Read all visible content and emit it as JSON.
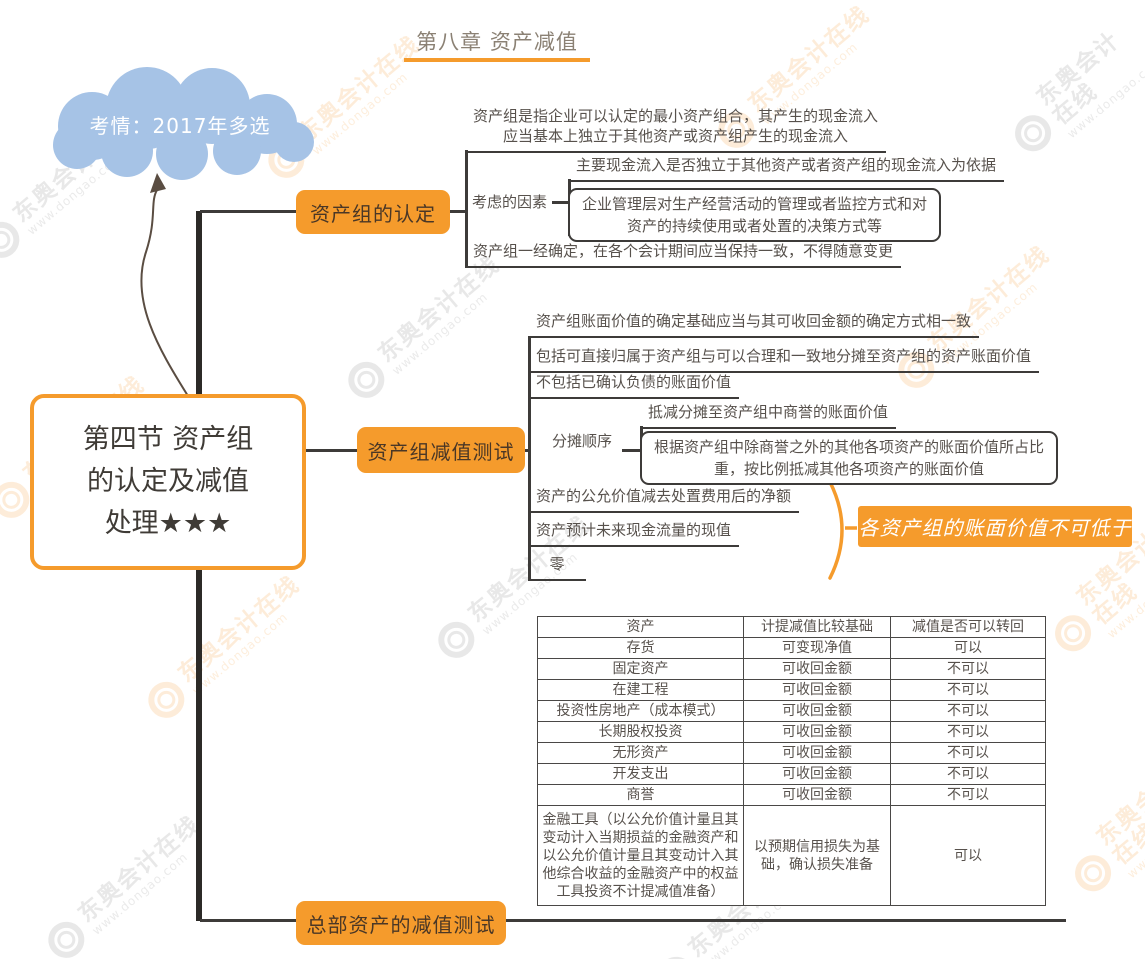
{
  "title": {
    "text": "第八章 资产减值"
  },
  "cloud": {
    "text": "考情：2017年多选"
  },
  "root": {
    "text": "第四节 资产组\n的认定及减值\n处理★★★"
  },
  "branch1": {
    "label": "资产组的认定",
    "definition": "资产组是指企业可以认定的最小资产组合，其产生的现金流入\n应当基本上独立于其他资产或资产组产生的现金流入",
    "factors_label": "考虑的因素",
    "factor1": "主要现金流入是否独立于其他资产或者资产组的现金流入为依据",
    "factor2": "企业管理层对生产经营活动的管理或者监控方式和对\n资产的持续使用或者处置的决策方式等",
    "consistency": "资产组一经确定，在各个会计期间应当保持一致，不得随意变更"
  },
  "branch2": {
    "label": "资产组减值测试",
    "item1": "资产组账面价值的确定基础应当与其可收回金额的确定方式相一致",
    "item2": "包括可直接归属于资产组与可以合理和一致地分摊至资产组的资产账面价值",
    "item3": "不包括已确认负债的账面价值",
    "order_label": "分摊顺序",
    "order1": "抵减分摊至资产组中商誉的账面价值",
    "order2": "根据资产组中除商誉之外的其他各项资产的账面价值所占比\n重，按比例抵减其他各项资产的账面价值",
    "floor1": "资产的公允价值减去处置费用后的净额",
    "floor2": "资产预计未来现金流量的现值",
    "floor3": "零",
    "callout": "各资产组的账面价值不可低于"
  },
  "branch3": {
    "label": "总部资产的减值测试"
  },
  "table": {
    "headers": [
      "资产",
      "计提减值比较基础",
      "减值是否可以转回"
    ],
    "rows": [
      [
        "存货",
        "可变现净值",
        "可以"
      ],
      [
        "固定资产",
        "可收回金额",
        "不可以"
      ],
      [
        "在建工程",
        "可收回金额",
        "不可以"
      ],
      [
        "投资性房地产（成本模式）",
        "可收回金额",
        "不可以"
      ],
      [
        "长期股权投资",
        "可收回金额",
        "不可以"
      ],
      [
        "无形资产",
        "可收回金额",
        "不可以"
      ],
      [
        "开发支出",
        "可收回金额",
        "不可以"
      ],
      [
        "商誉",
        "可收回金额",
        "不可以"
      ],
      [
        "金融工具（以公允价值计量且其变动计入当期损益的金融资产和以公允价值计量且其变动计入其他综合收益的金融资产中的权益工具投资不计提减值准备）",
        "以预期信用损失为基础，确认损失准备",
        "可以"
      ]
    ]
  },
  "watermark": {
    "brand": "东奥会计在线",
    "url": "www.dongao.com"
  },
  "colors": {
    "accent": "#f59b2c",
    "cloud_blue": "#a6c3e6"
  }
}
